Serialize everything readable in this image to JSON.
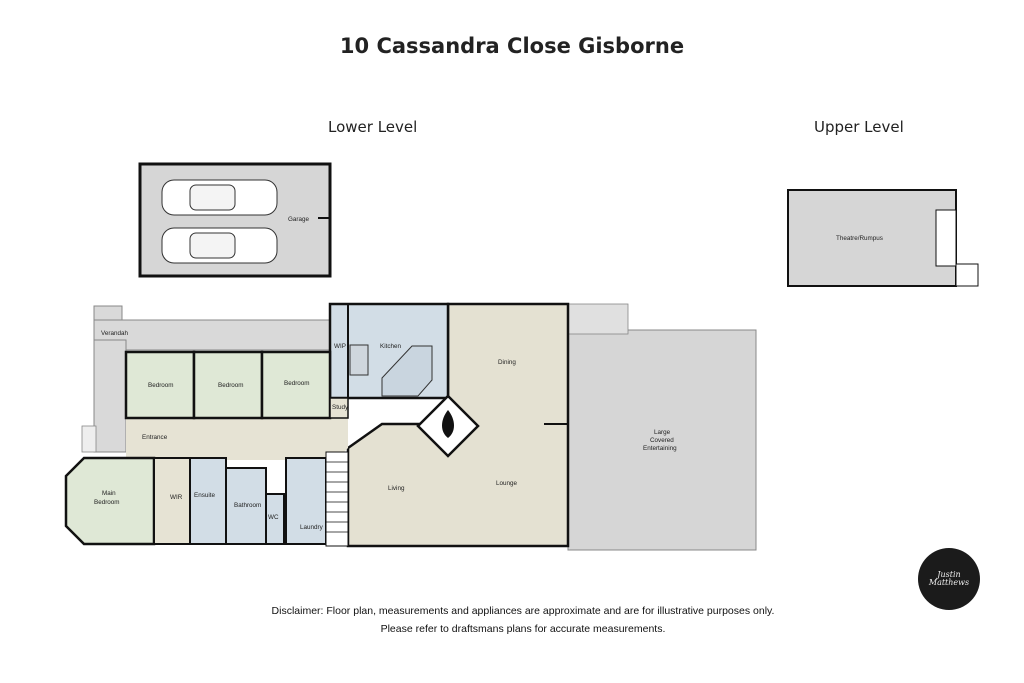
{
  "title": "10 Cassandra Close Gisborne",
  "levels": {
    "lower": "Lower Level",
    "upper": "Upper Level"
  },
  "rooms": {
    "garage": "Garage",
    "verandah": "Verandah",
    "wip": "WIP",
    "kitchen": "Kitchen",
    "dining": "Dining",
    "bedroom1": "Bedroom",
    "bedroom2": "Bedroom",
    "bedroom3": "Bedroom",
    "study": "Study",
    "entrance": "Entrance",
    "main_bedroom_1": "Main",
    "main_bedroom_2": "Bedroom",
    "wir": "WIR",
    "ensuite": "Ensuite",
    "bathroom": "Bathroom",
    "wc": "WC",
    "laundry": "Laundry",
    "living": "Living",
    "lounge": "Lounge",
    "entertaining_1": "Large",
    "entertaining_2": "Covered",
    "entertaining_3": "Entertaining",
    "theatre": "Theatre/Rumpus"
  },
  "disclaimer": {
    "line1": "Disclaimer: Floor plan, measurements and appliances are approximate and are for illustrative purposes only.",
    "line2": "Please refer to draftsmans plans for accurate measurements."
  },
  "logo_text": "Justin Matthews",
  "colors": {
    "grey_floor": "#d6d6d6",
    "bedroom_green": "#dfe8d6",
    "wet_blue": "#d2dde6",
    "living_beige": "#e4e1d2",
    "hall": "#e6e3d4",
    "wall": "#111111"
  }
}
